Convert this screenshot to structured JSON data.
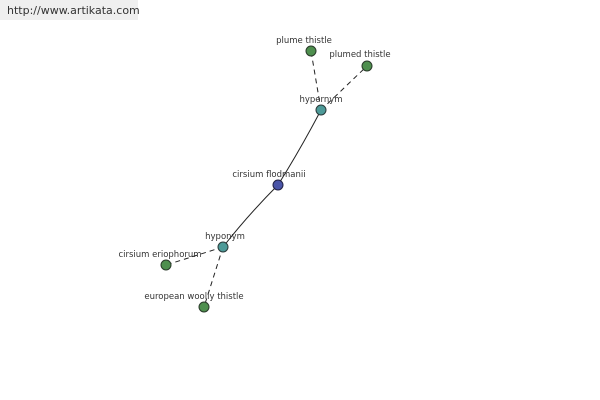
{
  "watermark": {
    "url": "http://www.artikata.com"
  },
  "graph": {
    "colors": {
      "leaf_node": "#4e8f4e",
      "relation_node": "#4d9a98",
      "center_node": "#4a55a8",
      "edge": "#222222"
    },
    "nodes": {
      "center": {
        "label": "cirsium flodmanii"
      },
      "hypernym": {
        "label": "hypernym"
      },
      "hyponym": {
        "label": "hyponym"
      },
      "plume_thistle": {
        "label": "plume thistle"
      },
      "plumed_thistle": {
        "label": "plumed thistle"
      },
      "cirsium_eriophorum": {
        "label": "cirsium eriophorum"
      },
      "european_woolly_thistle": {
        "label": "european woolly thistle"
      }
    },
    "edges": [
      {
        "from": "center",
        "to": "hypernym",
        "style": "solid"
      },
      {
        "from": "center",
        "to": "hyponym",
        "style": "solid"
      },
      {
        "from": "hypernym",
        "to": "plume_thistle",
        "style": "dashed"
      },
      {
        "from": "hypernym",
        "to": "plumed_thistle",
        "style": "dashed"
      },
      {
        "from": "hyponym",
        "to": "cirsium_eriophorum",
        "style": "dashed"
      },
      {
        "from": "hyponym",
        "to": "european_woolly_thistle",
        "style": "dashed"
      }
    ]
  }
}
